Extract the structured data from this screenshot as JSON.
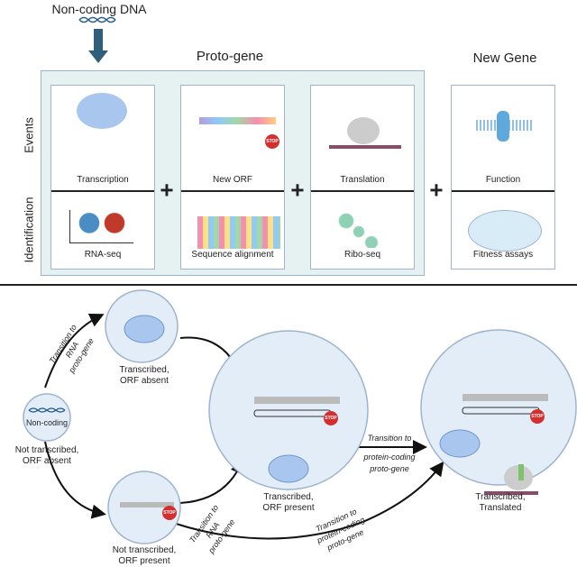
{
  "top": {
    "source_label": "Non-coding DNA",
    "proto_gene_title": "Proto-gene",
    "new_gene_title": "New Gene",
    "row_labels": {
      "events": "Events",
      "identification": "Identification"
    },
    "panels": [
      {
        "event": "Transcription",
        "identification": "RNA-seq"
      },
      {
        "event": "New ORF",
        "identification": "Sequence alignment"
      },
      {
        "event": "Translation",
        "identification": "Ribo-seq"
      },
      {
        "event": "Function",
        "identification": "Fitness assays"
      }
    ],
    "plus": "+"
  },
  "bottom": {
    "states": {
      "noncoding_inner": "Non-coding",
      "not_transcribed_orf_absent": [
        "Not transcribed,",
        "ORF absent"
      ],
      "transcribed_orf_absent": [
        "Transcribed,",
        "ORF absent"
      ],
      "not_transcribed_orf_present": [
        "Not transcribed,",
        "ORF present"
      ],
      "transcribed_orf_present": [
        "Transcribed,",
        "ORF present"
      ],
      "transcribed_translated": [
        "Transcribed,",
        "Translated"
      ]
    },
    "transitions": {
      "to_rna": [
        "Transition to",
        "RNA",
        "proto-gene"
      ],
      "to_protein": [
        "Transition to",
        "protein-coding",
        "proto-gene"
      ]
    },
    "stop_label": "STOP"
  },
  "colors": {
    "panel_bg": "#e6f2f2",
    "border": "#9fb3cc",
    "circle_fill": "#e3edf8",
    "arrow_dna": "#2f5f7a",
    "stop": "#d32f2f"
  }
}
